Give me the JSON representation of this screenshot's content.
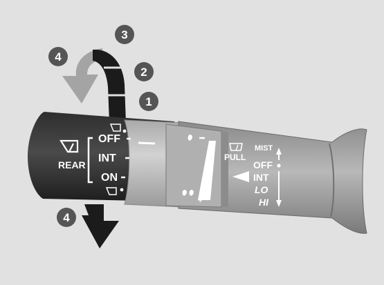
{
  "rear_wiper": {
    "label": "REAR",
    "positions": [
      "OFF",
      "INT",
      "ON"
    ]
  },
  "front_wiper": {
    "pull_label": "PULL",
    "mist_label": "MIST",
    "positions": [
      "OFF",
      "INT",
      "LO",
      "HI"
    ]
  },
  "callouts": [
    "1",
    "2",
    "3",
    "4",
    "4"
  ],
  "icons": [
    "rear-wiper-icon",
    "front-washer-icon",
    "intermittent-adjust-icon",
    "windshield-wash-icon"
  ],
  "colors": {
    "background": "#e1e1e1",
    "lever_body": "#3a3a3a",
    "collar": "#c0c0c0",
    "callout": "#555555",
    "arrow_gray": "#a4a4a4",
    "arrow_dark": "#1b1b1b"
  }
}
